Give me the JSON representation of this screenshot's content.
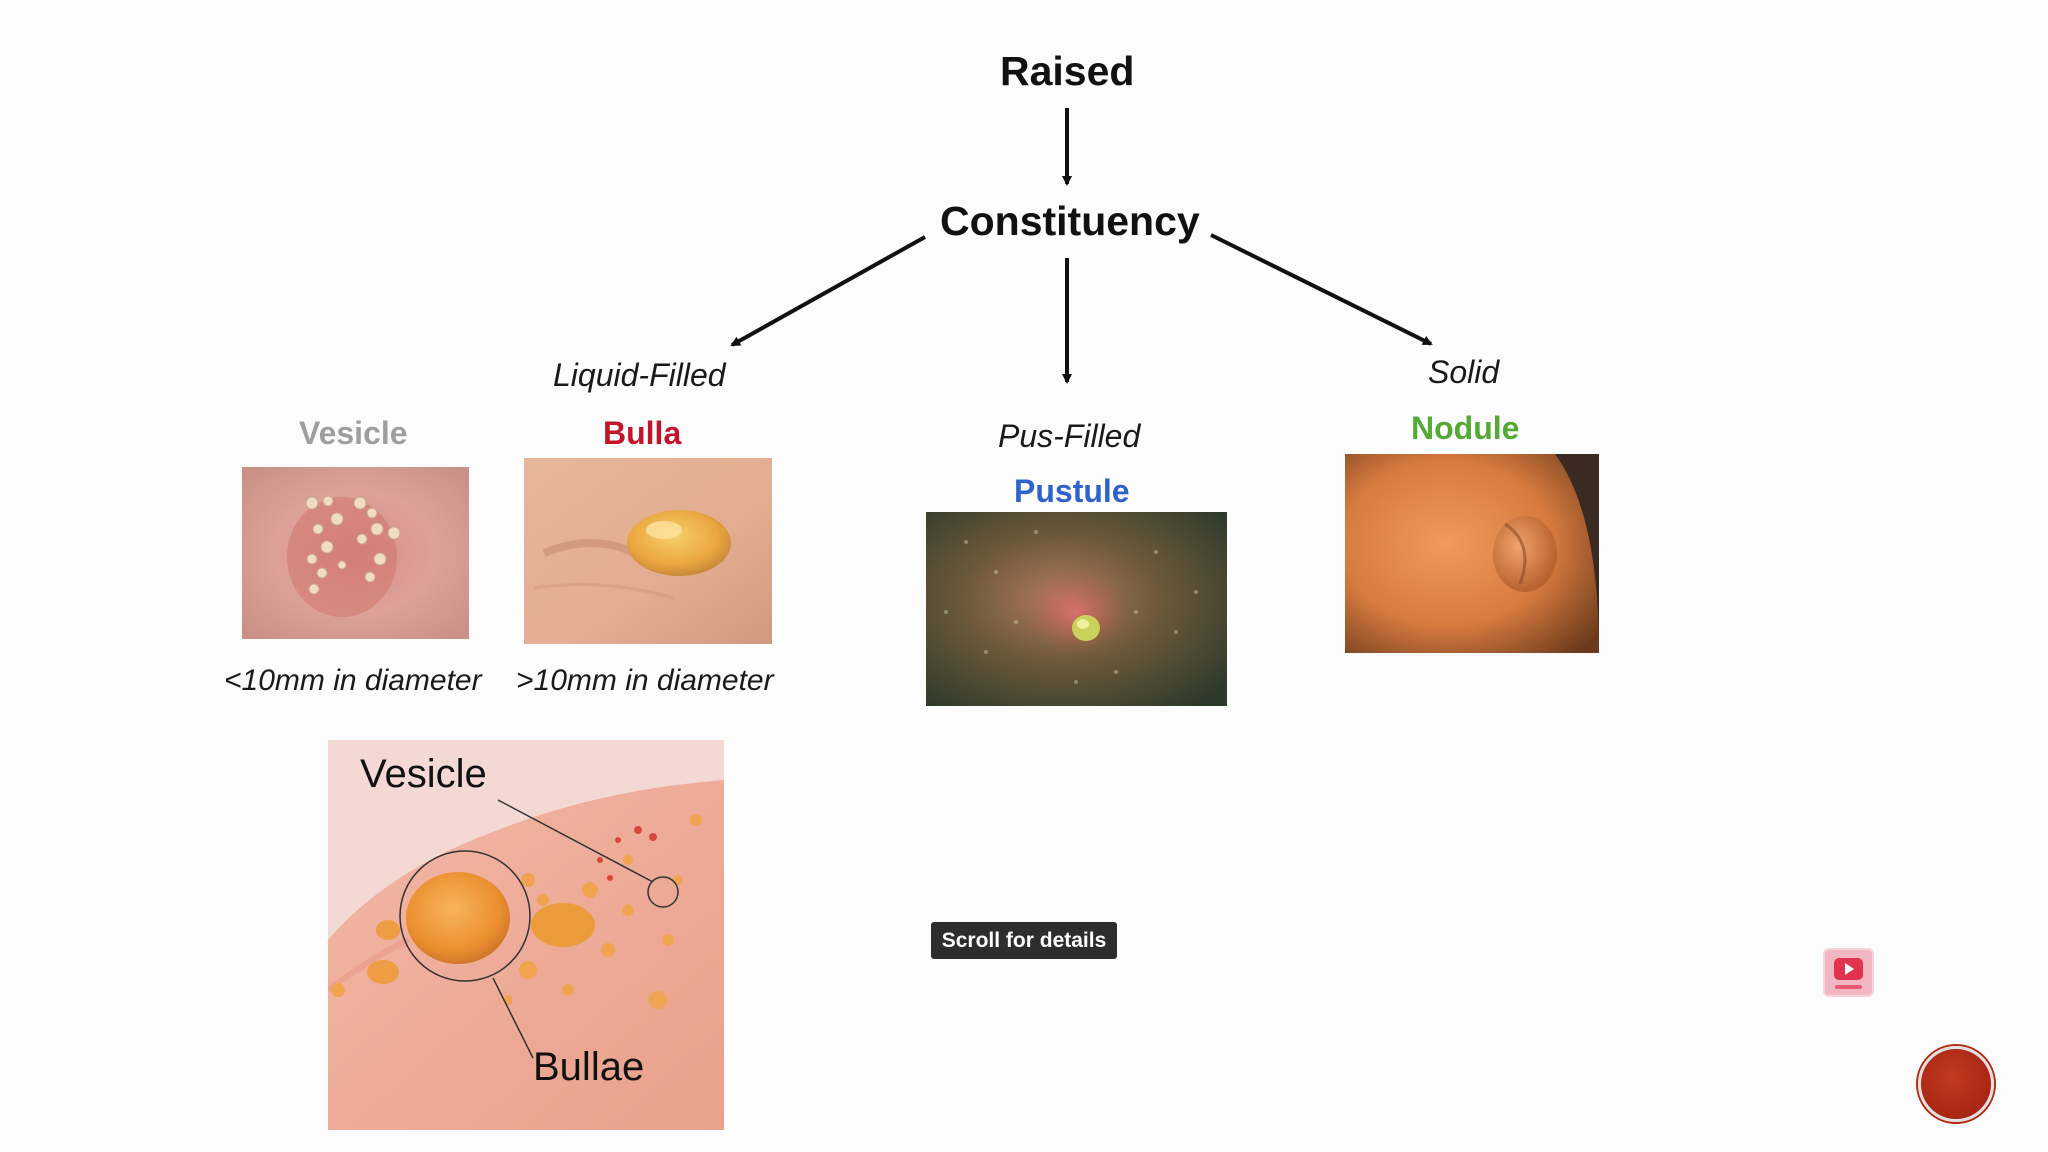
{
  "diagram": {
    "root": "Raised",
    "level2": "Constituency",
    "categories": {
      "liquid": "Liquid-Filled",
      "pus": "Pus-Filled",
      "solid": "Solid"
    },
    "lesions": {
      "vesicle": {
        "name": "Vesicle",
        "caption": "<10mm in diameter",
        "color": "#9e9e9e"
      },
      "bulla": {
        "name": "Bulla",
        "caption": ">10mm in diameter",
        "color": "#c0152a"
      },
      "pustule": {
        "name": "Pustule",
        "color": "#2f63c9"
      },
      "nodule": {
        "name": "Nodule",
        "color": "#55a935"
      }
    },
    "example_photo": {
      "label_vesicle": "Vesicle",
      "label_bullae": "Bullae"
    }
  },
  "overlay": {
    "scroll_tooltip": "Scroll for details",
    "subscribe_icon": "youtube-subscribe-icon",
    "nav_icon": "red-circle-button-icon"
  }
}
